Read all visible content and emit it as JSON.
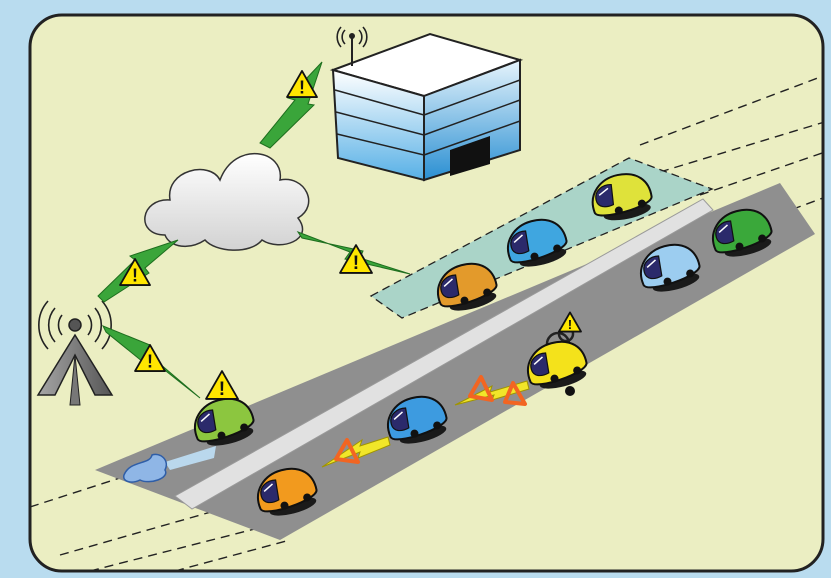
{
  "diagram": {
    "colors": {
      "background": "#b9dcef",
      "panel": "#ebeec2",
      "road": "#8f8f8f",
      "barrier": "#d9d9d9",
      "parking_zone": "#9fcfc9",
      "signal_arrow": "#3aa53a",
      "v2v_arrow": "#f1e629",
      "warning_fill": "#ffe600",
      "hazard_triangle": "#f26522",
      "ice": "#8fb6e6"
    },
    "icons": {
      "cloud": "cloud-icon",
      "building": "server-building-icon",
      "tower": "cell-tower-icon",
      "warning": "warning-icon",
      "hazard": "hazard-triangle-icon",
      "ice": "ice-patch-icon",
      "car": "car-icon"
    },
    "warning_glyph": "!",
    "vehicles": [
      {
        "id": "parked-yellow",
        "color": "#dfe23a"
      },
      {
        "id": "parked-blue",
        "color": "#3fa6e0"
      },
      {
        "id": "parked-orange",
        "color": "#e39a2b"
      },
      {
        "id": "lane-green",
        "color": "#3aa83a"
      },
      {
        "id": "lane-lightblue",
        "color": "#9ccdf0"
      },
      {
        "id": "broken-yellow",
        "color": "#f4e21b"
      },
      {
        "id": "lane-blue",
        "color": "#3d9be0"
      },
      {
        "id": "lane-orange",
        "color": "#f29a1e"
      },
      {
        "id": "ice-green",
        "color": "#8cc63f"
      }
    ]
  }
}
